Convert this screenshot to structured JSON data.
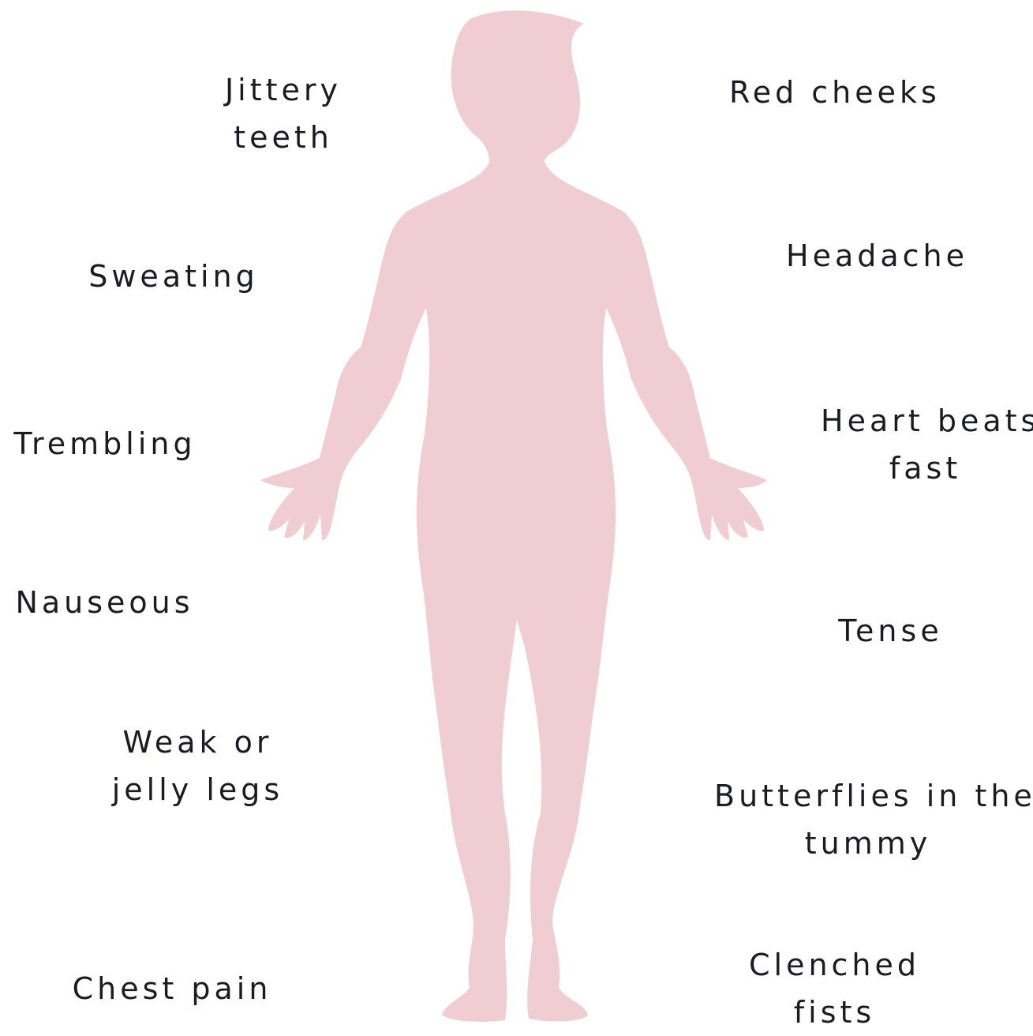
{
  "colors": {
    "silhouette": "#f0cdd3",
    "text": "#1b1b24",
    "background": "#ffffff"
  },
  "left_labels": {
    "jittery_teeth": "Jittery\nteeth",
    "sweating": "Sweating",
    "trembling": "Trembling",
    "nauseous": "Nauseous",
    "weak_legs": "Weak or\njelly legs",
    "chest_pain": "Chest pain"
  },
  "right_labels": {
    "red_cheeks": "Red cheeks",
    "headache": "Headache",
    "heart_beats_fast": "Heart beats\nfast",
    "tense": "Tense",
    "butterflies": "Butterflies in the\ntummy",
    "clenched_fists": "Clenched\nfists"
  }
}
